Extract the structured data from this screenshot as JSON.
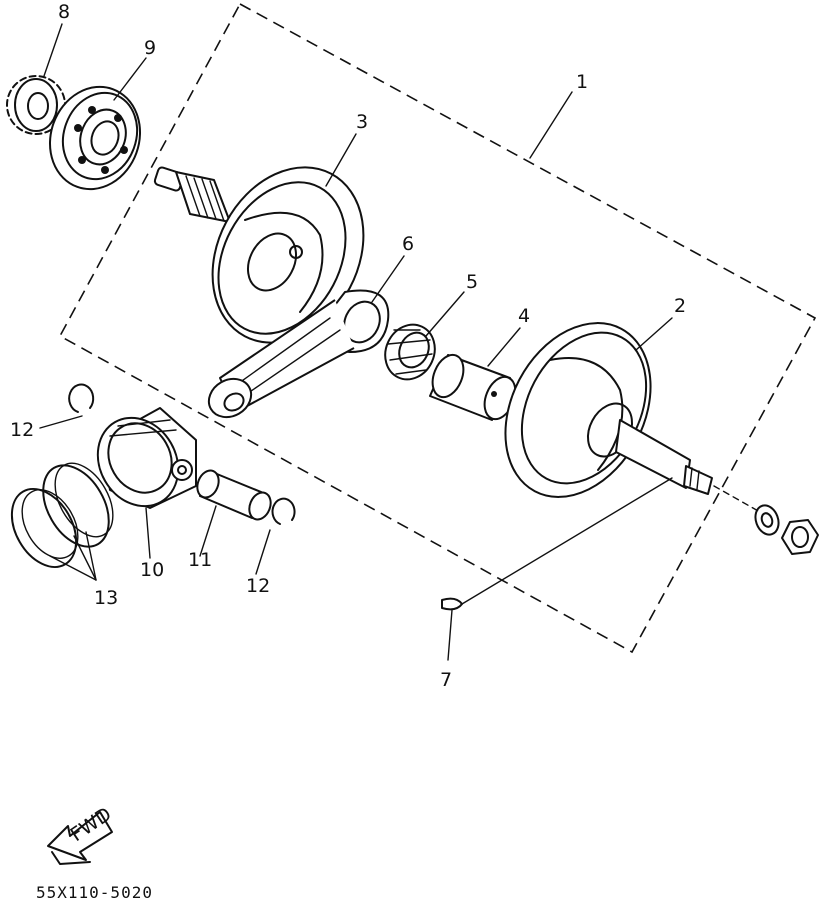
{
  "diagram": {
    "callouts": [
      "1",
      "2",
      "3",
      "4",
      "5",
      "6",
      "7",
      "8",
      "9",
      "10",
      "11",
      "12",
      "12",
      "13"
    ],
    "fwd_label": "FWD",
    "code": "55X110-5020"
  }
}
